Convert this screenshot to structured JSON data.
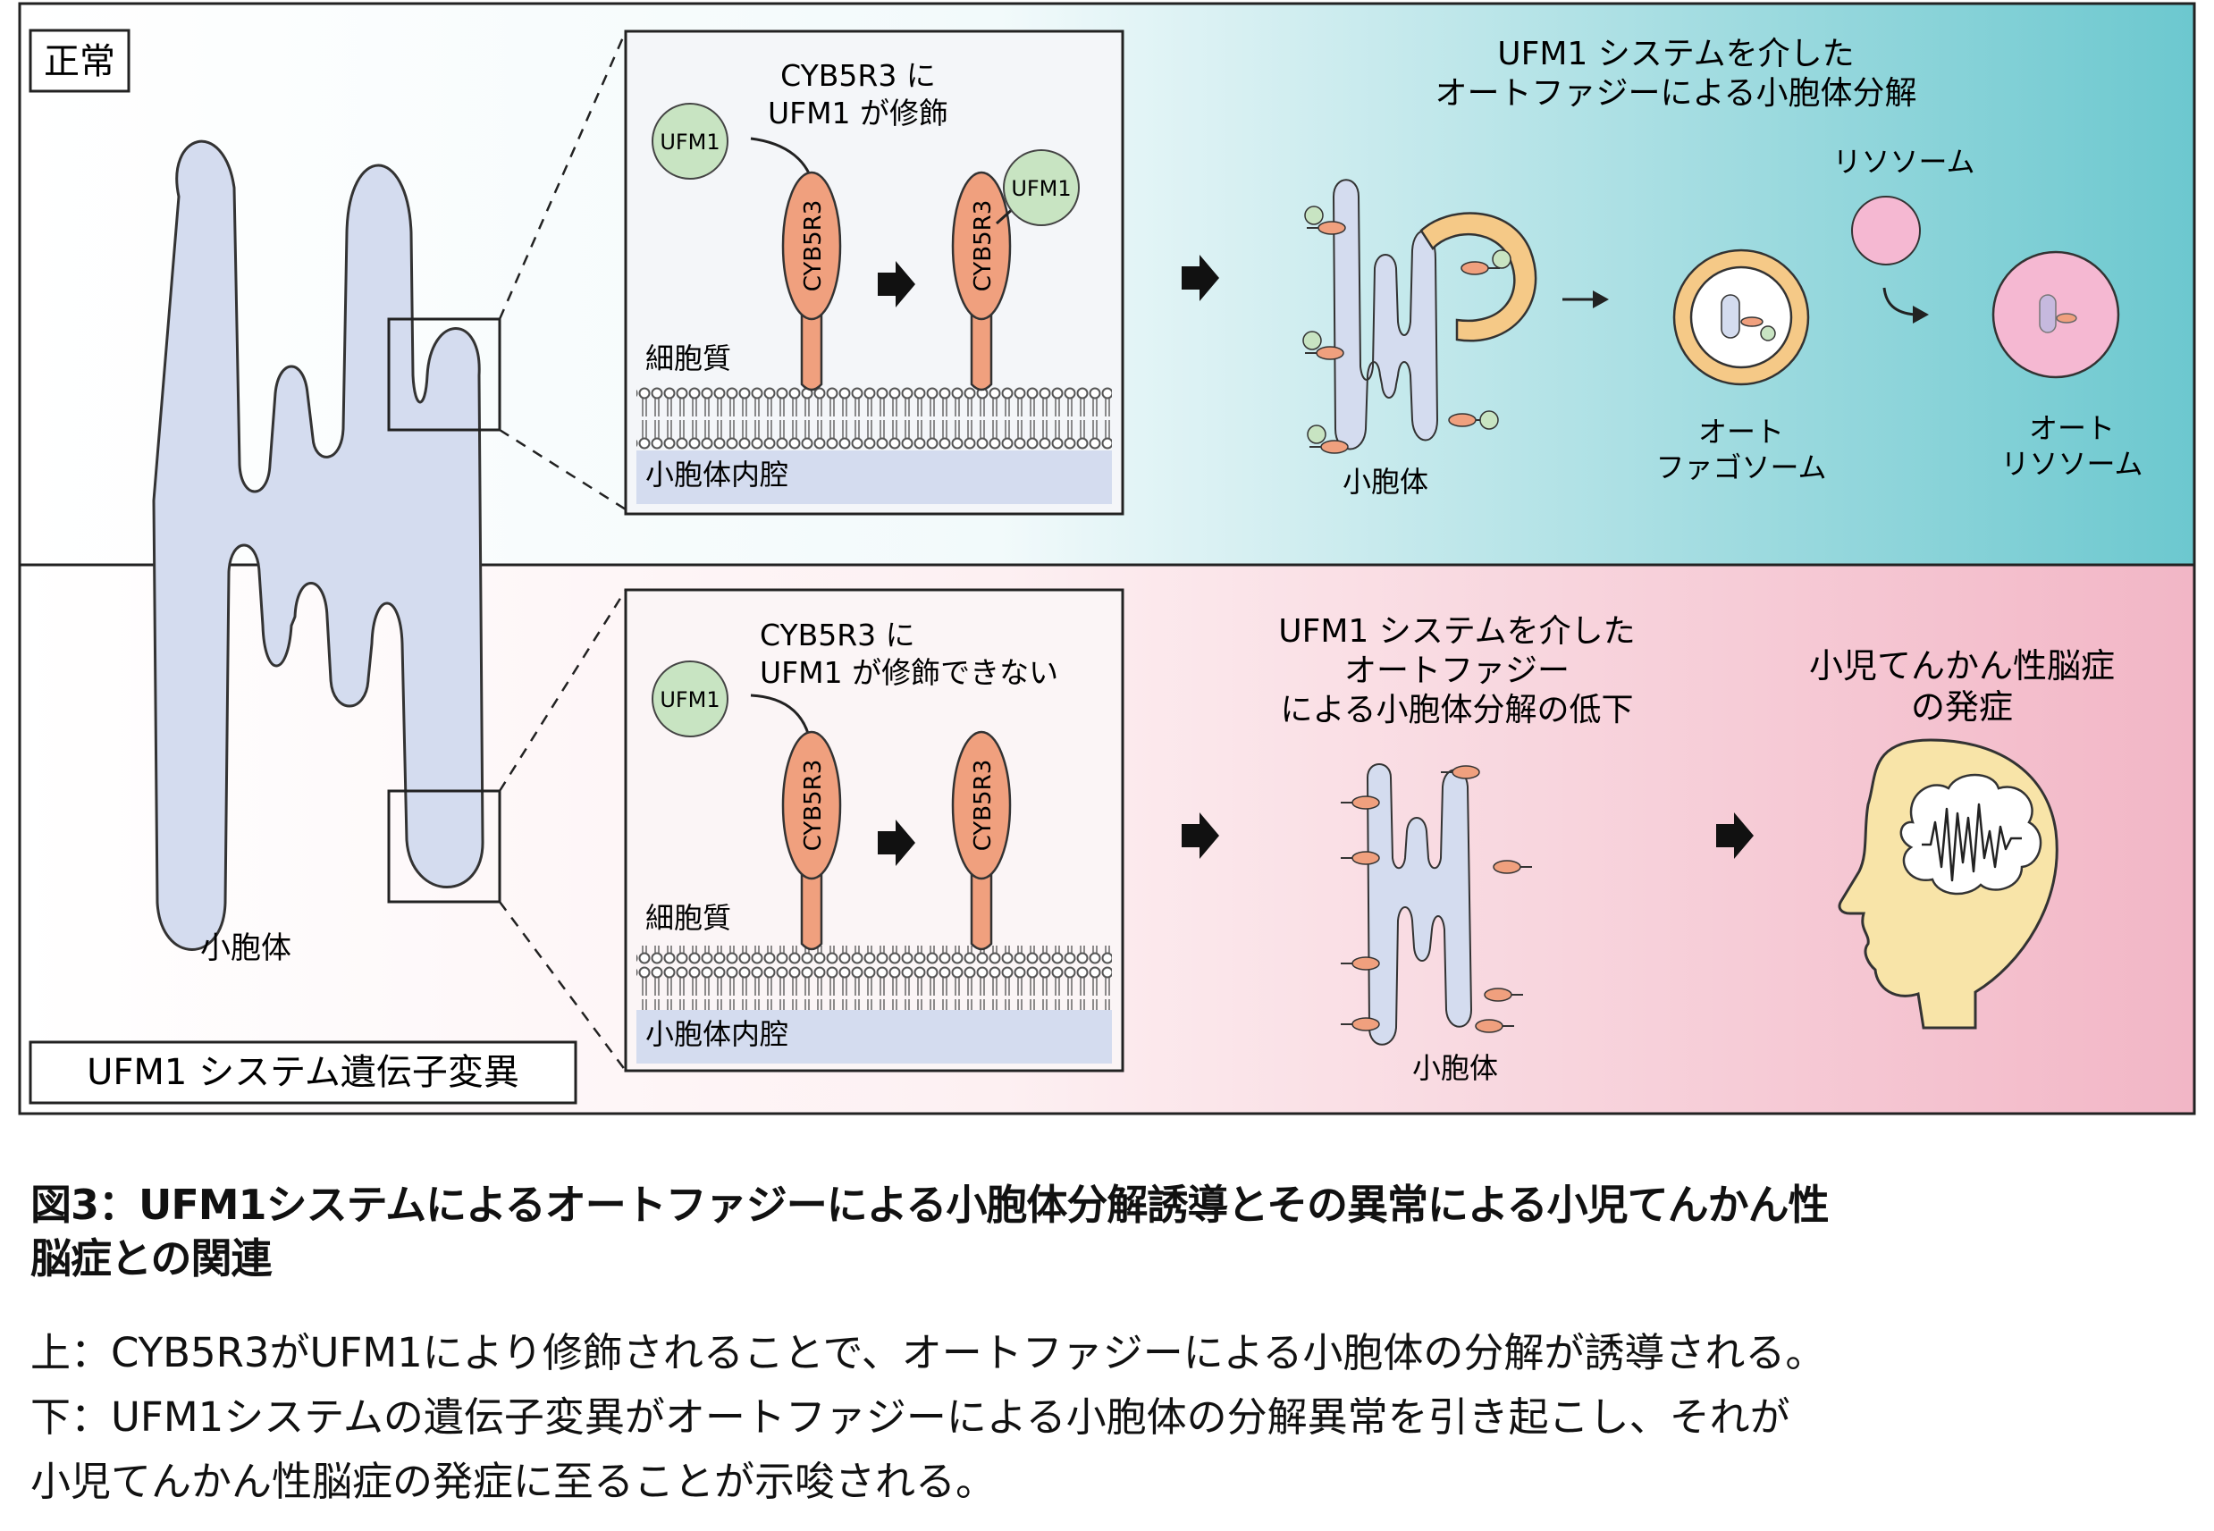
{
  "figure": {
    "top": {
      "tag": "正常",
      "inset_caption": [
        "CYB5R3 に",
        "UFM1 が修飾"
      ],
      "cytoplasm": "細胞質",
      "lumen": "小胞体内腔",
      "ufm1": "UFM1",
      "cyb5r3": "CYB5R3",
      "process_title": [
        "UFM1 システムを介した",
        "オートファジーによる小胞体分解"
      ],
      "lysosome": "リソソーム",
      "er": "小胞体",
      "autophagosome": [
        "オート",
        "ファゴソーム"
      ],
      "autolysosome": [
        "オート",
        "リソソーム"
      ]
    },
    "bottom": {
      "tag": "UFM1 システム遺伝子変異",
      "inset_caption": [
        "CYB5R3 に",
        "UFM1 が修飾できない"
      ],
      "cytoplasm": "細胞質",
      "lumen": "小胞体内腔",
      "ufm1": "UFM1",
      "cyb5r3": "CYB5R3",
      "process_title": [
        "UFM1 システムを介した",
        "オートファジー",
        "による小胞体分解の低下"
      ],
      "er": "小胞体",
      "disease": [
        "小児てんかん性脳症",
        "の発症"
      ]
    },
    "er_large_label": "小胞体",
    "colors": {
      "er": "#d4dcef",
      "ufm1": "#c8e4c2",
      "cyb5r3": "#f0a07e",
      "phagophore": "#f5c987",
      "lysosome": "#f5b8d2",
      "head": "#f8e4a8",
      "top_gradient_end": "#6cc8cf",
      "bottom_gradient_end": "#f2b6c6"
    }
  },
  "caption": {
    "title_line1": "図3：UFM1システムによるオートファジーによる小胞体分解誘導とその異常による小児てんかん性",
    "title_line2": "脳症との関連",
    "body_line1": "上：CYB5R3がUFM1により修飾されることで、オートファジーによる小胞体の分解が誘導される。",
    "body_line2": "下：UFM1システムの遺伝子変異がオートファジーによる小胞体の分解異常を引き起こし、それが",
    "body_line3": "小児てんかん性脳症の発症に至ることが示唆される。"
  }
}
